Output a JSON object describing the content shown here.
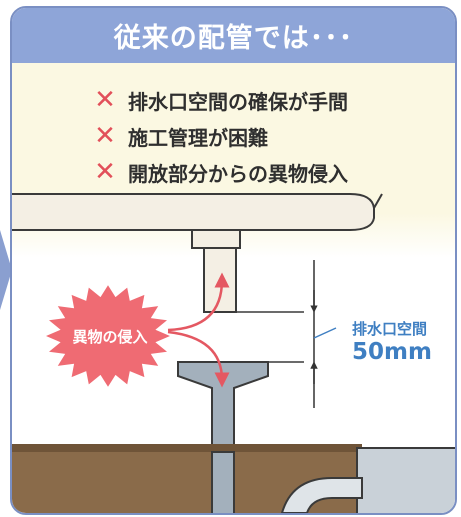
{
  "header": {
    "title": "従来の配管では･･･"
  },
  "issues": [
    {
      "icon": "cross-icon",
      "mark": "✕",
      "text": "排水口空間の確保が手間"
    },
    {
      "icon": "cross-icon",
      "mark": "✕",
      "text": "施工管理が困難"
    },
    {
      "icon": "cross-icon",
      "mark": "✕",
      "text": "開放部分からの異物侵入"
    }
  ],
  "diagram": {
    "intrusion_label": "異物の侵入",
    "drain_space_label": "排水口空間",
    "drain_space_value": "50mm"
  },
  "colors": {
    "header_bg": "#8ea5d8",
    "border": "#7a8fc3",
    "cross": "#e2505a",
    "burst": "#ef6b73",
    "accent_blue": "#3f7fc2",
    "pipe": "#9aa8b4",
    "floor": "#8a6b4a"
  }
}
